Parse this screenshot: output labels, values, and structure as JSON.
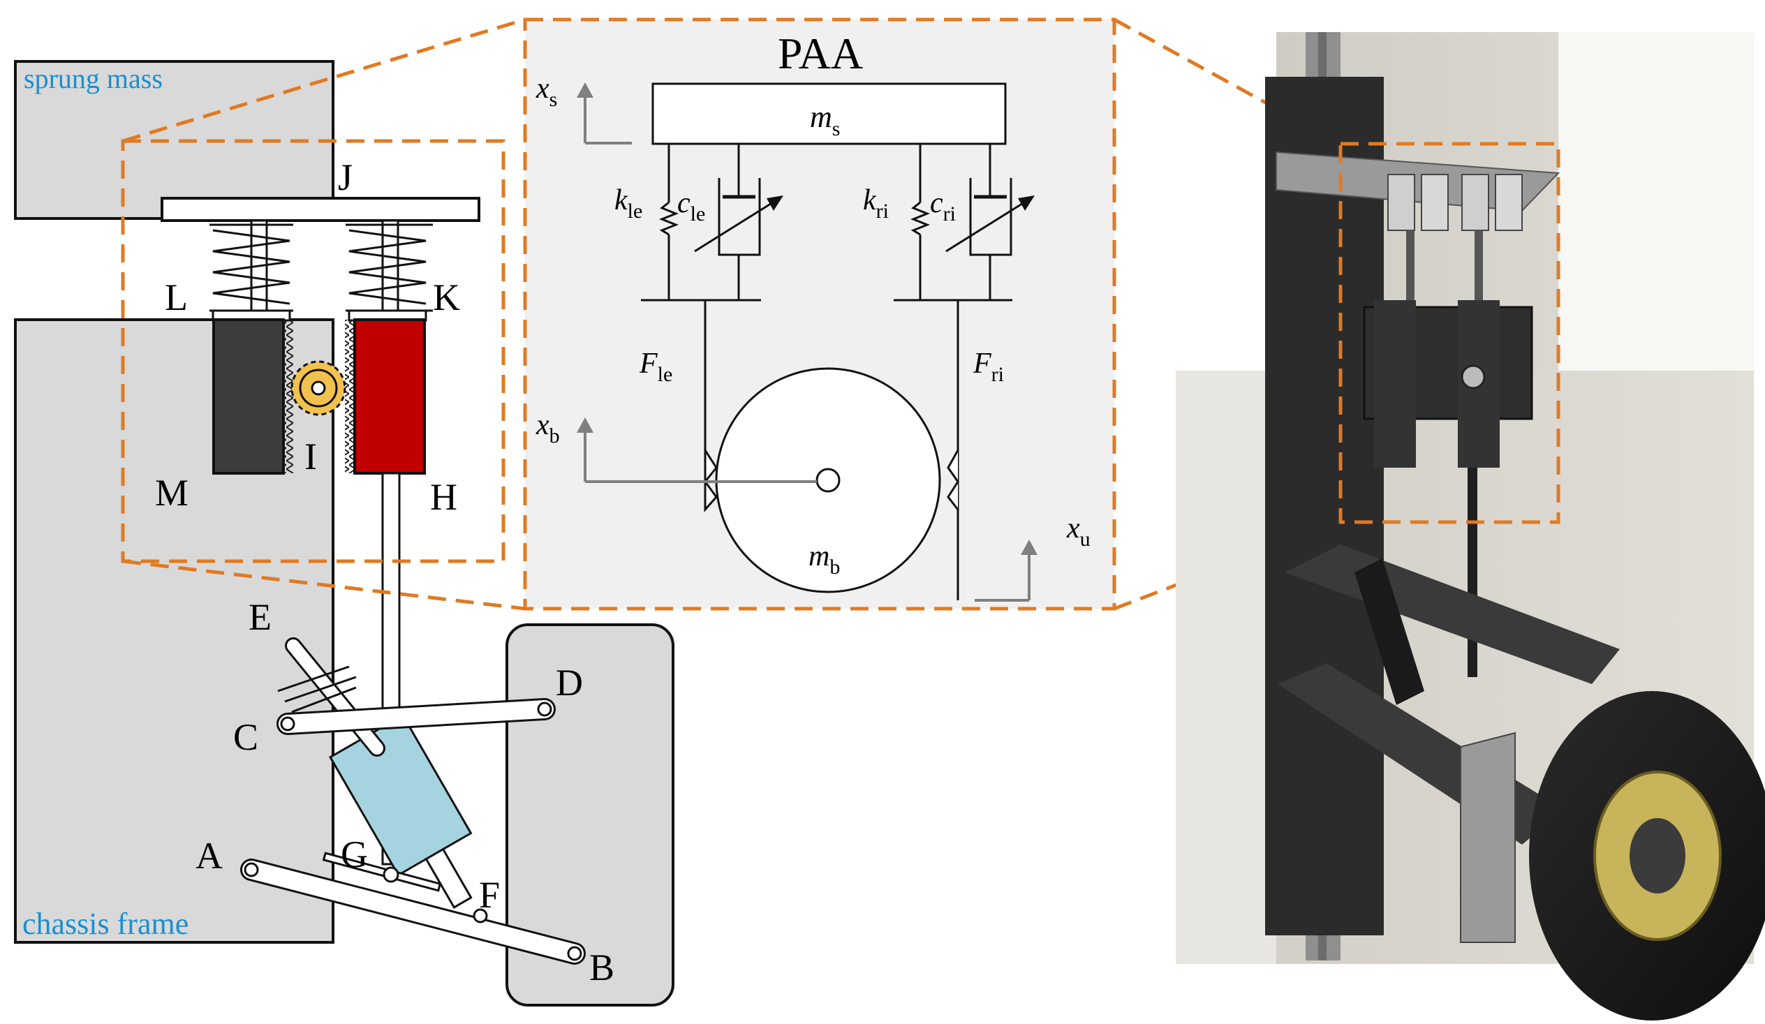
{
  "labels": {
    "sprung_mass": "sprung mass",
    "chassis_frame": "chassis frame",
    "J": "J",
    "L": "L",
    "K": "K",
    "I": "I",
    "M": "M",
    "H": "H",
    "E": "E",
    "C": "C",
    "D": "D",
    "A": "A",
    "G": "G",
    "F": "F",
    "B": "B"
  },
  "paa": {
    "title": "PAA",
    "ms": "m",
    "ms_sub": "s",
    "xs": "x",
    "xs_sub": "s",
    "xb": "x",
    "xb_sub": "b",
    "xu": "x",
    "xu_sub": "u",
    "kle": "k",
    "kle_sub": "le",
    "cle": "c",
    "cle_sub": "le",
    "kri": "k",
    "kri_sub": "ri",
    "cri": "c",
    "cri_sub": "ri",
    "Fle": "F",
    "Fle_sub": "le",
    "Fri": "F",
    "Fri_sub": "ri",
    "mb": "m",
    "mb_sub": "b"
  },
  "colors": {
    "accent_dashed": "#e07a22",
    "label_blue": "#1a8fd0",
    "panel_gray": "#d9d9d9",
    "paa_bg": "#f0f0f0",
    "rack_dark": "#3d3d3d",
    "rack_red": "#c00000",
    "damper_cyan": "#a5d4e0",
    "gear_gold": "#f2c14e"
  }
}
